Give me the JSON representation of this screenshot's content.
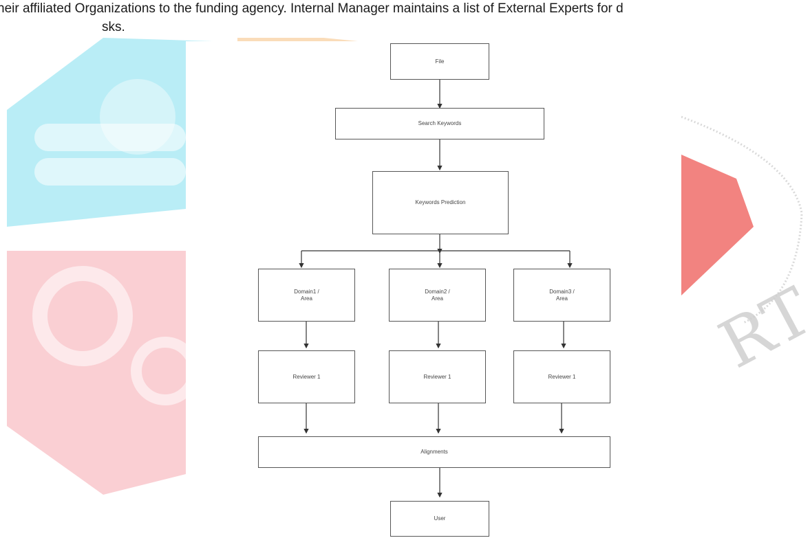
{
  "page_text": {
    "line1": "heir affiliated Organizations to the funding agency. Internal Manager maintains a list of External Experts for d",
    "line2": "sks."
  },
  "watermark": {
    "text": "RT"
  },
  "diagram": {
    "nodes": {
      "file": "File",
      "search_keywords": "Search Keywords",
      "keywords_prediction": "Keywords Prediction",
      "domain1": "Domain1 /\nArea",
      "domain2": "Domain2 /\nArea",
      "domain3": "Domain3 /\nArea",
      "reviewer_a": "Reviewer 1",
      "reviewer_b": "Reviewer 1",
      "reviewer_c": "Reviewer 1",
      "alignments": "Alignments",
      "user": "User"
    }
  }
}
